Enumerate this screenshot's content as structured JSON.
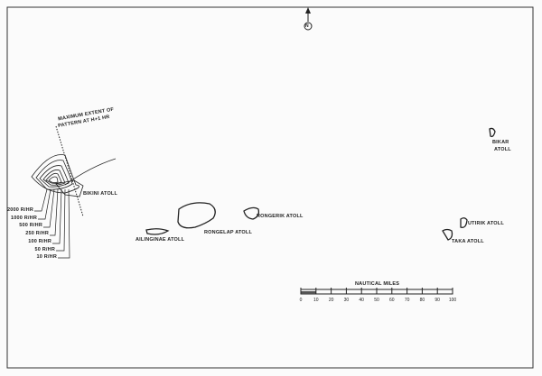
{
  "north_symbol": "N",
  "annotation": {
    "line1": "MAXIMUM EXTENT OF",
    "line2": "PATTERN AT H+1 HR"
  },
  "contours": [
    "2000 R/HR",
    "1000 R/HR",
    "500 R/HR",
    "250 R/HR",
    "100 R/HR",
    "50 R/HR",
    "10 R/HR"
  ],
  "atolls": {
    "bikini": "BIKINI ATOLL",
    "ailinginae": "AILINGINAE ATOLL",
    "rongelap": "RONGELAP ATOLL",
    "rongerik": "RONGERIK ATOLL",
    "bikar1": "BIKAR",
    "bikar2": "ATOLL",
    "utirik": "UTIRIK ATOLL",
    "taka": "TAKA ATOLL"
  },
  "scale": {
    "title": "NAUTICAL MILES",
    "ticks": [
      "0",
      "10",
      "20",
      "30",
      "40",
      "50",
      "60",
      "70",
      "80",
      "90",
      "100"
    ]
  }
}
